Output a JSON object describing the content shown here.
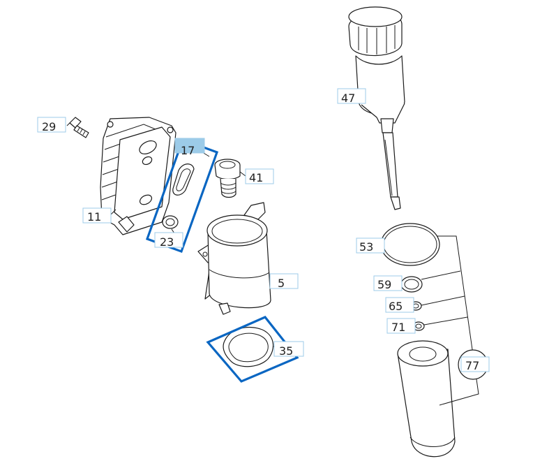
{
  "callouts": [
    {
      "id": "29",
      "text": "29",
      "active": false
    },
    {
      "id": "17",
      "text": "17",
      "active": true
    },
    {
      "id": "41",
      "text": "41",
      "active": false
    },
    {
      "id": "11",
      "text": "11",
      "active": false
    },
    {
      "id": "23",
      "text": "23",
      "active": false
    },
    {
      "id": "5",
      "text": "5",
      "active": false
    },
    {
      "id": "35",
      "text": "35",
      "active": false
    },
    {
      "id": "47",
      "text": "47",
      "active": false
    },
    {
      "id": "53",
      "text": "53",
      "active": false
    },
    {
      "id": "59",
      "text": "59",
      "active": false
    },
    {
      "id": "65",
      "text": "65",
      "active": false
    },
    {
      "id": "71",
      "text": "71",
      "active": false
    },
    {
      "id": "77",
      "text": "77",
      "active": false
    }
  ],
  "highlight_color": "#0a66c2",
  "callout_box_color": "#9ccbe8"
}
